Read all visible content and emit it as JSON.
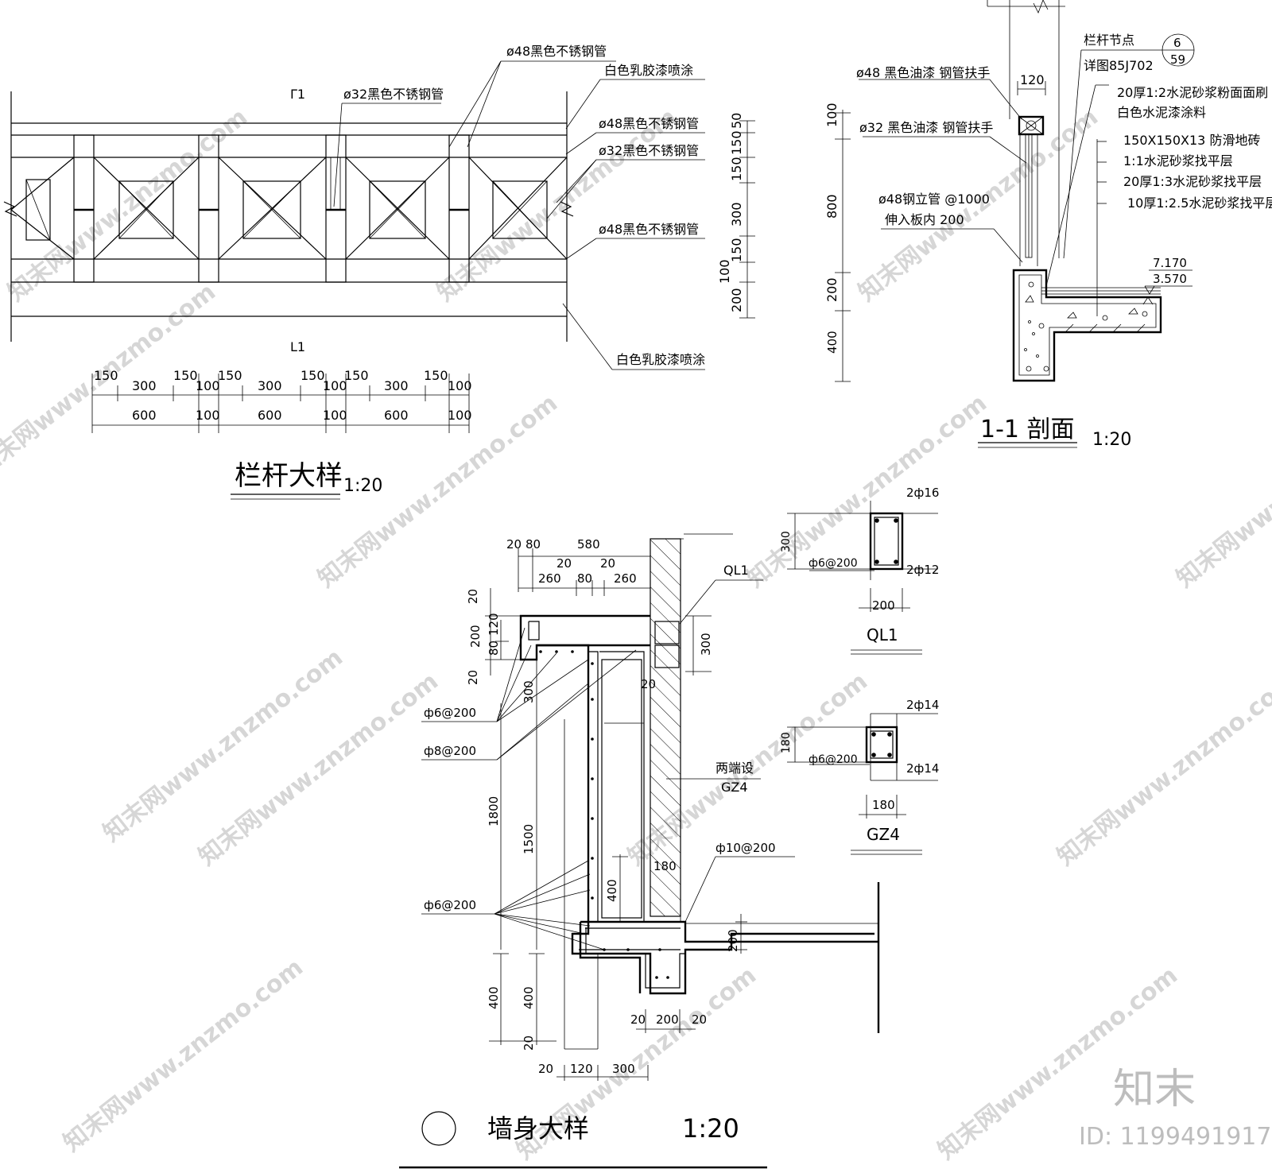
{
  "railing_detail": {
    "title": "栏杆大样",
    "scale": "1:20",
    "callouts": {
      "pipe48_top": "ø48黑色不锈钢管",
      "pipe32_inner": "ø32黑色不锈钢管",
      "paint_top": "白色乳胶漆喷涂",
      "pipe48_mid": "ø48黑色不锈钢管",
      "pipe32_right": "ø32黑色不锈钢管",
      "pipe48_bottom": "ø48黑色不锈钢管",
      "paint_bottom": "白色乳胶漆喷涂"
    },
    "section_mark_top": "Γ1",
    "section_mark_bottom": "L1",
    "vertical_dims": [
      "50",
      "150",
      "150",
      "300",
      "150",
      "100",
      "200"
    ],
    "horizontal_dims_top": [
      "150",
      "300",
      "150",
      "100",
      "150",
      "300",
      "150",
      "100",
      "150",
      "300",
      "150",
      "100"
    ],
    "horizontal_dims_bottom": [
      "600",
      "100",
      "600",
      "100",
      "600",
      "100"
    ]
  },
  "section_1_1": {
    "title": "1-1 剖面",
    "scale": "1:20",
    "width_dim": "120",
    "callouts": {
      "handrail48": "ø48 黑色油漆 钢管扶手",
      "handrail32": "ø32 黑色油漆 钢管扶手",
      "post48": "ø48钢立管 @1000",
      "post48_note": "伸入板内 200",
      "node_label": "栏杆节点",
      "node_ref": "详图85J702",
      "detail_num": "6",
      "detail_sheet": "59",
      "layer1": "20厚1:2水泥砂浆粉面面刷",
      "layer1b": "白色水泥漆涂料",
      "layer2": "150X150X13 防滑地砖",
      "layer3": "1:1水泥砂浆找平层",
      "layer4": "20厚1:3水泥砂浆找平层",
      "layer5": "10厚1:2.5水泥砂浆找平层"
    },
    "elev_top": "7.170",
    "elev_bottom": "3.570",
    "vertical_dims": [
      "100",
      "800",
      "200",
      "400"
    ]
  },
  "wall_detail": {
    "title": "墙身大样",
    "scale": "1:20",
    "top_dims_row1": [
      "20",
      "80",
      "580"
    ],
    "top_dims_row2": [
      "260",
      "20",
      "80",
      "20",
      "260"
    ],
    "left_dims": [
      "20",
      "120",
      "200",
      "80",
      "20",
      "300",
      "1800",
      "1500",
      "400",
      "400",
      "20"
    ],
    "right_dims": [
      "300",
      "20",
      "180",
      "400",
      "200"
    ],
    "bottom_dims_row1": [
      "20",
      "200",
      "20"
    ],
    "bottom_dims_row2": [
      "20",
      "120",
      "300"
    ],
    "callouts": {
      "ql1": "QL1",
      "rebar_top": "ф6@200",
      "rebar_mid": "ф8@200",
      "gz4_note": "两端设",
      "gz4": "GZ4",
      "rebar_slab": "ф10@200",
      "rebar_bottom": "ф6@200"
    }
  },
  "ql1_section": {
    "title": "QL1",
    "top_bar": "2ф16",
    "stirrup": "ф6@200",
    "bottom_bar": "2ф12",
    "height": "300",
    "width": "200"
  },
  "gz4_section": {
    "title": "GZ4",
    "top_bar": "2ф14",
    "stirrup": "ф6@200",
    "bottom_bar": "2ф14",
    "height": "180",
    "width": "180"
  },
  "watermark": {
    "site": "知末网www.znzmo.com",
    "logo": "知末",
    "id": "ID: 1199491917"
  }
}
